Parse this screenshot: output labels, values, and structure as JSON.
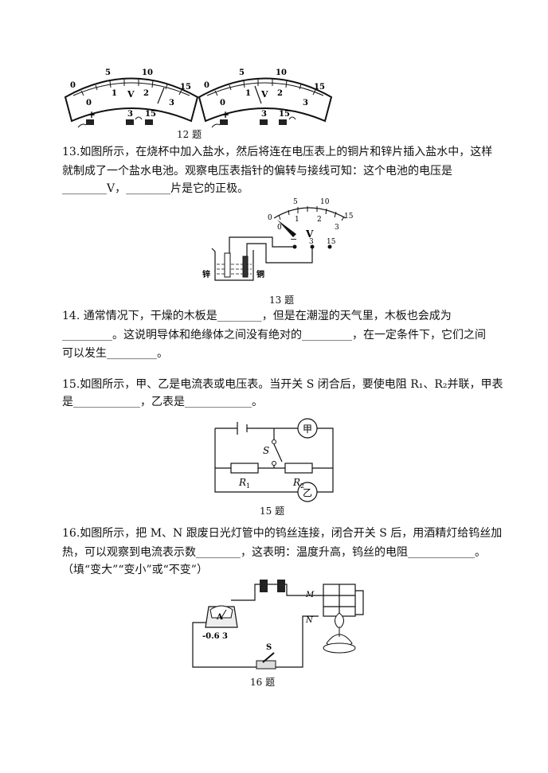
{
  "q12": {
    "caption": "12 题",
    "meter_left": {
      "top_scale": [
        "0",
        "5",
        "10",
        "15"
      ],
      "bottom_scale": [
        "0",
        "1",
        "2",
        "3"
      ],
      "unit": "V",
      "terminals": [
        "+",
        "3",
        "15"
      ]
    },
    "meter_right": {
      "top_scale": [
        "0",
        "5",
        "10",
        "15"
      ],
      "bottom_scale": [
        "0",
        "1",
        "2",
        "3"
      ],
      "unit": "V",
      "terminals": [
        "+",
        "3",
        "15"
      ]
    }
  },
  "q13": {
    "line1": "13.如图所示，在烧杯中加入盐水，然后将连在电压表上的铜片和锌片插入盐水中，这样",
    "line2": "就制成了一个盐水电池。观察电压表指针的偏转与接线可知：这个电池的电压是",
    "line3": "________V，________片是它的正极。",
    "caption": "13 题",
    "meter": {
      "top_scale": [
        "0",
        "5",
        "10",
        "15"
      ],
      "bottom_scale": [
        "0",
        "1",
        "2",
        "3"
      ],
      "unit": "V",
      "terminals": [
        "−",
        "3",
        "15"
      ]
    },
    "label_zinc": "锌",
    "label_copper": "铜"
  },
  "q14": {
    "line1": "14. 通常情况下，干燥的木板是________，但是在潮湿的天气里，木板也会成为",
    "line2": "_________。这说明导体和绝缘体之间没有绝对的_________，在一定条件下，它们之间",
    "line3": "可以发生_________。"
  },
  "q15": {
    "line1": "15.如图所示，甲、乙是电流表或电压表。当开关 S 闭合后，要使电阻 R₁、R₂并联，甲表",
    "line2": "是____________，乙表是____________。",
    "caption": "15 题",
    "meter_a": "甲",
    "meter_b": "乙",
    "switch": "S",
    "r1": "R",
    "r1_sub": "1",
    "r2": "R",
    "r2_sub": "2"
  },
  "q16": {
    "line1": "16.如图所示，把 M、N 跟废日光灯管中的钨丝连接，闭合开关 S 后，用酒精灯给钨丝加",
    "line2": "热，可以观察到电流表示数________，这表明：温度升高，钨丝的电阻____________。",
    "line3": "（填“变大”“变小”或“不变”）",
    "caption": "16 题",
    "ammeter_label": "A",
    "ammeter_terminals": "-0.6 3",
    "switch": "S",
    "label_m": "M",
    "label_n": "N"
  }
}
